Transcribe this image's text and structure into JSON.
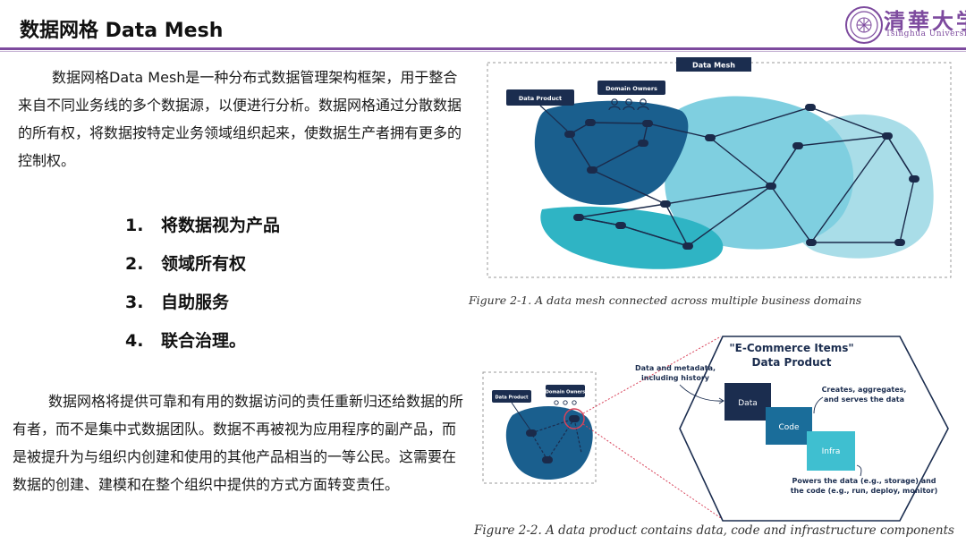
{
  "header": {
    "title": "数据网格 Data Mesh",
    "logo_text": "清華大学",
    "logo_sub": "Tsinghua University"
  },
  "intro": {
    "text": "数据网格Data Mesh是一种分布式数据管理架构框架，用于整合来自不同业务线的多个数据源，以便进行分析。数据网格通过分散数据的所有权，将数据按特定业务领域组织起来，使数据生产者拥有更多的控制权。"
  },
  "principles": [
    {
      "num": "1.",
      "label": "将数据视为产品"
    },
    {
      "num": "2.",
      "label": "领域所有权"
    },
    {
      "num": "3.",
      "label": "自助服务"
    },
    {
      "num": "4.",
      "label": "联合治理。"
    }
  ],
  "body": {
    "text": "数据网格将提供可靠和有用的数据访问的责任重新归还给数据的所有者，而不是集中式数据团队。数据不再被视为应用程序的副产品，而是被提升为与组织内创建和使用的其他产品相当的一等公民。这需要在数据的创建、建模和在整个组织中提供的方式方面转变责任。"
  },
  "figure1": {
    "header": "Data Mesh",
    "data_product_tag": "Data Product",
    "domain_owners_tag": "Domain Owners",
    "caption": "Figure 2-1. A data mesh connected across multiple business domains"
  },
  "figure2": {
    "data_product_tag": "Data Product",
    "domain_owners_tag": "Domain Owners",
    "hex_title": "\"E-Commerce Items\"",
    "hex_subtitle": "Data Product",
    "data_label": "Data",
    "code_label": "Code",
    "infra_label": "Infra",
    "note_data_1": "Data and metadata,",
    "note_data_2": "including history",
    "note_code_1": "Creates, aggregates,",
    "note_code_2": "and serves the data",
    "note_infra_1": "Powers the data (e.g., storage) and",
    "note_infra_2": "the code (e.g., run, deploy, monitor)",
    "caption": "Figure 2-2. A data product contains data, code and infrastructure components"
  },
  "colors": {
    "accent": "#7d4a9e",
    "dark_blue": "#1a5f8e",
    "mid_teal": "#2fb4c4",
    "light_teal": "#7fcfe0",
    "pale_teal": "#a9dde8",
    "node": "#1b2a4a",
    "navy_tag": "#1b2d4f"
  }
}
